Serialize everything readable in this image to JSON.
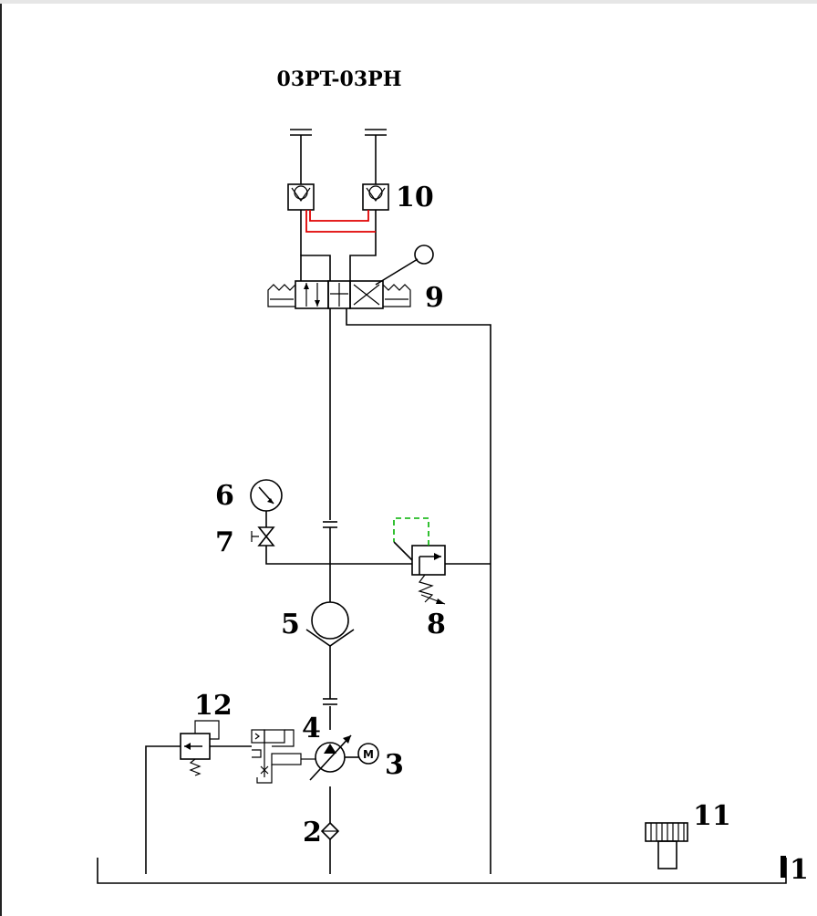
{
  "title": "03PT-03PH",
  "labels": {
    "c1": "1",
    "c2": "2",
    "c3": "3",
    "c4": "4",
    "c5": "5",
    "c6": "6",
    "c7": "7",
    "c8": "8",
    "c9": "9",
    "c10": "10",
    "c11": "11",
    "c12": "12",
    "motor": "M"
  },
  "colors": {
    "line": "#000000",
    "pilot_line": "#e00000",
    "relief_pilot": "#00b000"
  }
}
